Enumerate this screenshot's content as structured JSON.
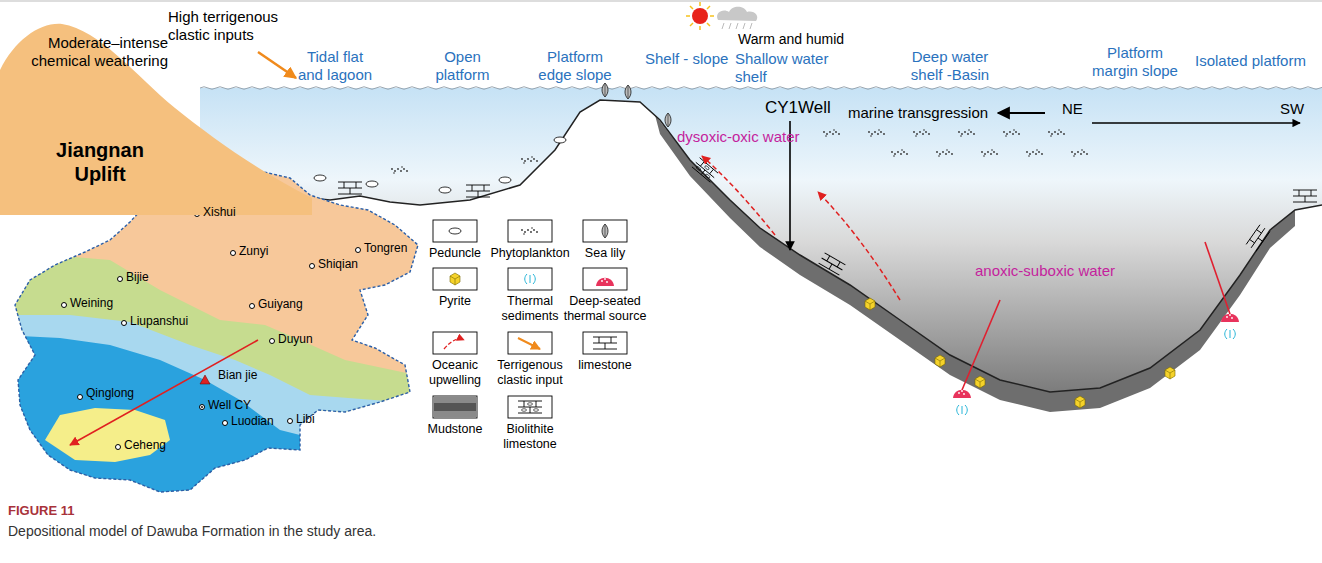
{
  "diagram": {
    "caption": "Depositional model of Dawuba Formation in the study area.",
    "nodes": [
      {
        "text": [
          "Jiangnan Uplift"
        ]
      }
    ],
    "labels": [
      "Moderate–intense chemical weathering",
      "High terrigenous clastic inputs",
      "Tidal flat and lagoon",
      "Open platform",
      "Platform edge slope",
      "Warm and humid",
      "Shelf - slope",
      "Shallow water shelf",
      "Deep water shelf -Basin",
      "Platform margin slope",
      "Isolated platform",
      "CY1Well",
      "marine transgression",
      "NE",
      "SW",
      "dysoxic-oxic water",
      "anoxic-suboxic water",
      "Xishui",
      "Zunyi",
      "Shiqian",
      "Tongren",
      "Bijie",
      "Weining",
      "Guiyang",
      "Liupanshui",
      "Duyun",
      "Bian jie",
      "Well CY",
      "Qinglong",
      "Luodian",
      "Libi",
      "Ceheng",
      "FIGURE 11"
    ],
    "legend": [
      {
        "text": "Peduncle"
      },
      {
        "text": "Phytoplankton"
      },
      {
        "text": "Sea lily"
      },
      {
        "text": "Pyrite"
      },
      {
        "text": "Thermal sediments"
      },
      {
        "text": "Deep-seated thermal source"
      },
      {
        "text": "Oceanic upwelling"
      },
      {
        "text": "Terrigenous clastic input"
      },
      {
        "text": "limestone"
      },
      {
        "text": "Mudstone"
      },
      {
        "text": "Biolithite limestone"
      }
    ]
  }
}
